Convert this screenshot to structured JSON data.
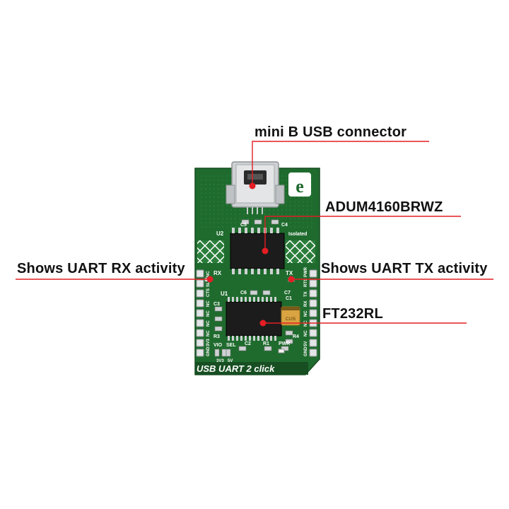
{
  "callouts": [
    {
      "id": "usb",
      "label": "mini B USB connector"
    },
    {
      "id": "adum",
      "label": "ADUM4160BRWZ"
    },
    {
      "id": "rx",
      "label": "Shows UART RX activity"
    },
    {
      "id": "tx",
      "label": "Shows UART TX activity"
    },
    {
      "id": "ft",
      "label": "FT232RL"
    }
  ],
  "board": {
    "title": "USB UART 2 click",
    "silkscreen": {
      "u2": "U2",
      "c5": "C5",
      "c4": "C4",
      "isolated": "Isolated",
      "rx": "RX",
      "tx": "TX",
      "c6": "C6",
      "c7": "C7",
      "c3": "C3",
      "c1": "C1",
      "u1": "U1",
      "r3": "R3",
      "r4": "R4",
      "vio": "VIO",
      "sel": "SEL",
      "c2": "C2",
      "r1": "R1",
      "pwr": "PWR",
      "v33": "3V3",
      "v5": "5V",
      "cap_mark": "C105"
    },
    "left_pins": [
      "NC",
      "SLP",
      "CTS",
      "NC",
      "NC",
      "NC",
      "NC",
      "3V3",
      "GND"
    ],
    "right_pins": [
      "PWR",
      "RTS",
      "TX",
      "RX",
      "NC",
      "NC",
      "NC",
      "5V",
      "GND"
    ]
  },
  "colors": {
    "accent": "#e31e24",
    "pcb": "#1f6b2e",
    "pcb_dark": "#174f22",
    "text": "#111111"
  }
}
